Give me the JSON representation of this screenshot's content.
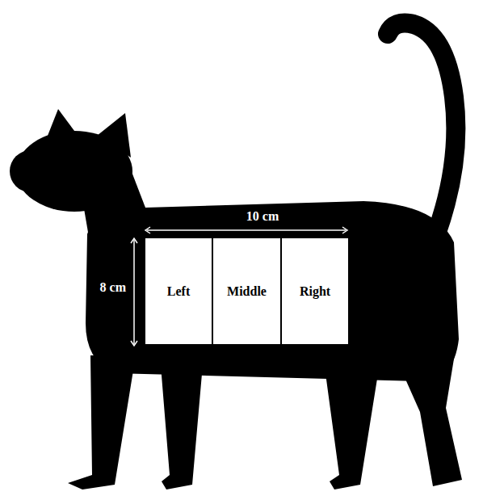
{
  "diagram": {
    "nodes": [
      {
        "text": [
          "Left"
        ]
      },
      {
        "text": [
          "Middle"
        ]
      },
      {
        "text": [
          "Right"
        ]
      }
    ],
    "edges": [],
    "labels": [
      "10 cm",
      "8 cm"
    ]
  }
}
